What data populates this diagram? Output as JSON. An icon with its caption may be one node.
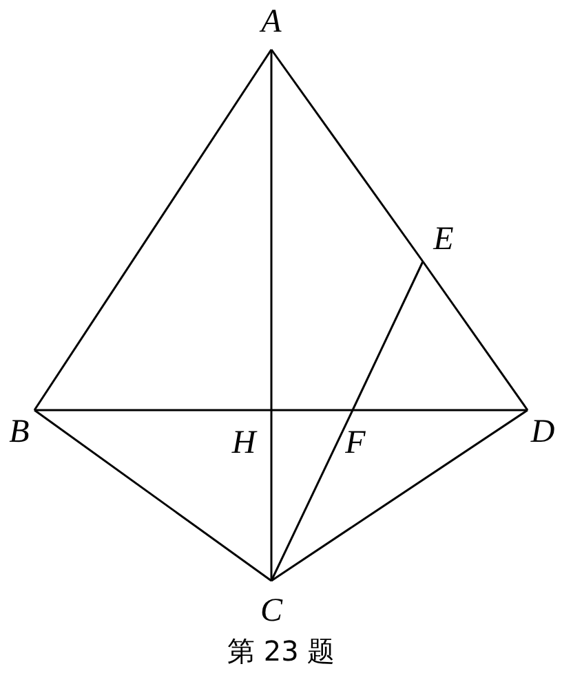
{
  "diagram": {
    "caption": "第 23 题",
    "nodes": [
      {
        "text": [
          "A"
        ]
      },
      {
        "text": [
          "B"
        ]
      },
      {
        "text": [
          "C"
        ]
      },
      {
        "text": [
          "D"
        ]
      },
      {
        "text": [
          "E"
        ]
      },
      {
        "text": [
          "F"
        ]
      },
      {
        "text": [
          "H"
        ]
      }
    ],
    "edges": [
      {
        "from": 0,
        "to": 1,
        "arrow": "none"
      },
      {
        "from": 0,
        "to": 4,
        "arrow": "none"
      },
      {
        "from": 4,
        "to": 3,
        "arrow": "none"
      },
      {
        "from": 0,
        "to": 6,
        "arrow": "none"
      },
      {
        "from": 6,
        "to": 2,
        "arrow": "none"
      },
      {
        "from": 1,
        "to": 6,
        "arrow": "none"
      },
      {
        "from": 6,
        "to": 5,
        "arrow": "none"
      },
      {
        "from": 5,
        "to": 3,
        "arrow": "none"
      },
      {
        "from": 1,
        "to": 2,
        "arrow": "none"
      },
      {
        "from": 2,
        "to": 3,
        "arrow": "none"
      },
      {
        "from": 2,
        "to": 5,
        "arrow": "none"
      },
      {
        "from": 5,
        "to": 4,
        "arrow": "none"
      }
    ]
  }
}
